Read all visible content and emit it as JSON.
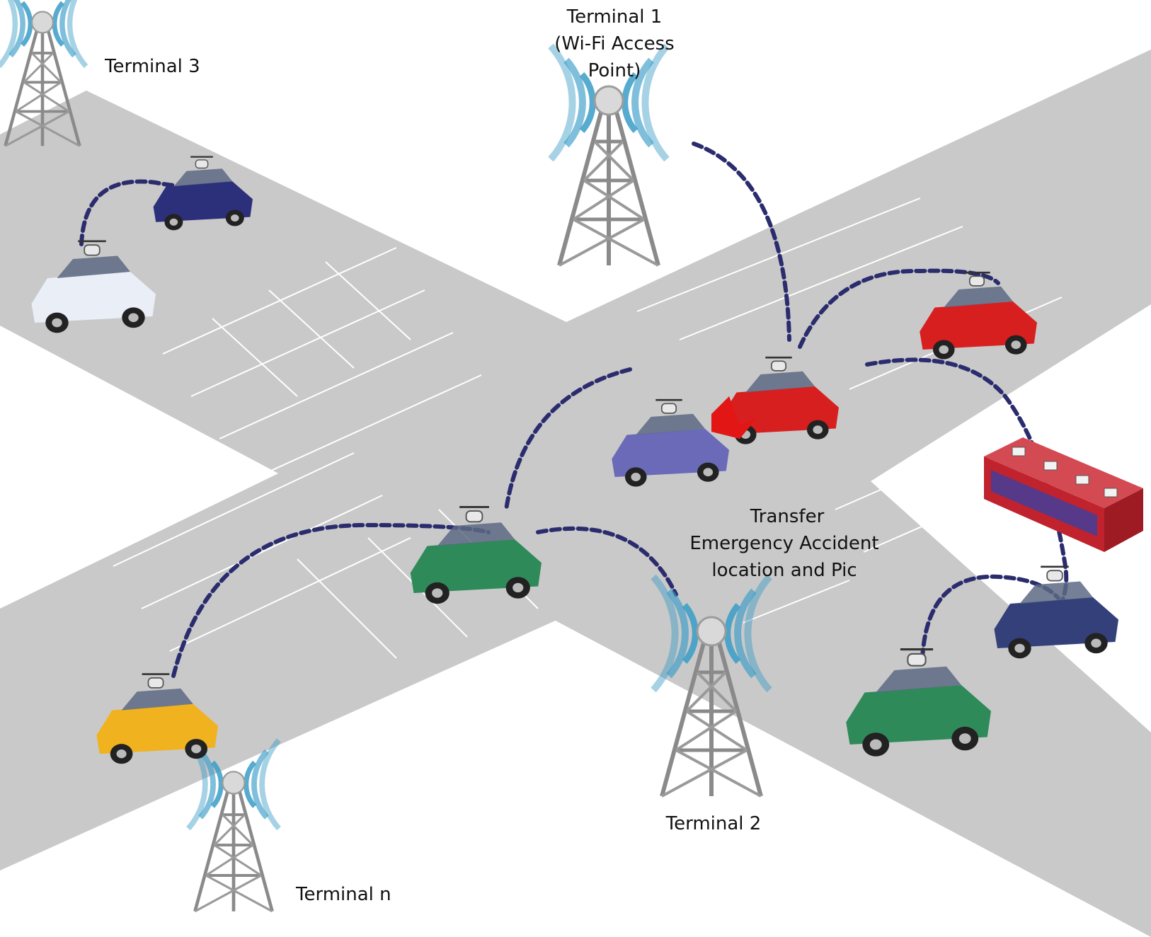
{
  "terminals": {
    "t1": {
      "lines": [
        "Terminal 1",
        "(Wi-Fi Access",
        "Point)"
      ]
    },
    "t2": {
      "label": "Terminal 2"
    },
    "t3": {
      "label": "Terminal 3"
    },
    "tn": {
      "label": "Terminal n"
    }
  },
  "message": {
    "lines": [
      "Transfer",
      "Emergency Accident",
      "location and Pic"
    ]
  },
  "colors": {
    "road": "#c9c9c9",
    "lane_marking": "#ffffff",
    "link": "#2b2c6e",
    "wifi_wave": "#3a9cc7",
    "tower": "#8a8a8a",
    "car_police_blue": "#2c2f7a",
    "car_police_white": "#e9eef7",
    "car_green": "#2f8a5a",
    "car_red": "#d81f1f",
    "car_purple": "#6a6ab8",
    "car_yellow": "#f0b21e",
    "bus": "#c0232d"
  }
}
